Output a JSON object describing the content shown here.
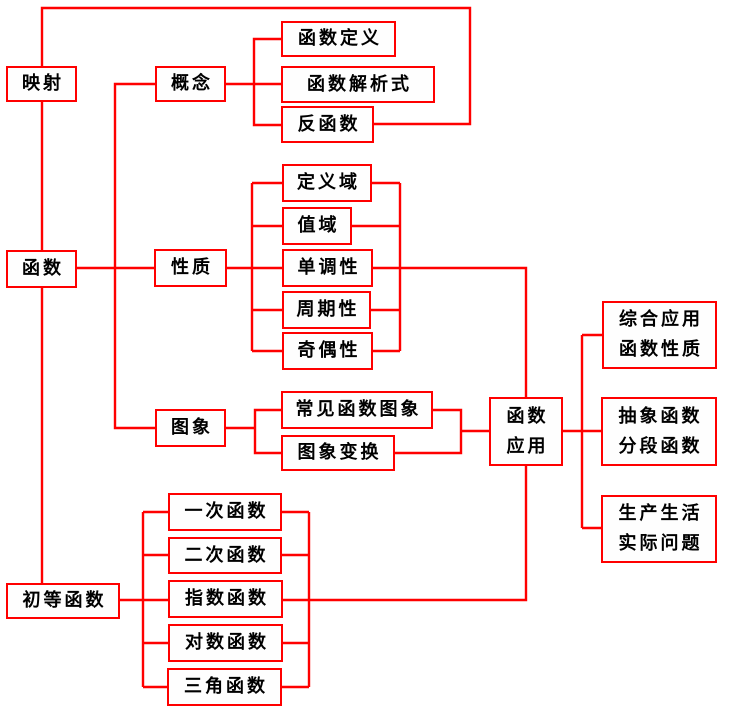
{
  "diagram": {
    "description": "Concept map of mathematical functions (mind map, red boxes connected by red lines)",
    "colors": {
      "line": "#ff0000",
      "box_border": "#ff0000",
      "box_fill": "#ffffff",
      "text": "#000000",
      "background": "#ffffff"
    },
    "nodes": {
      "yingshe": {
        "label": "映射"
      },
      "hanshu": {
        "label": "函数"
      },
      "chudeng": {
        "label": "初等函数"
      },
      "gainian": {
        "label": "概念"
      },
      "dingyi": {
        "label": "函数定义"
      },
      "jiexishi": {
        "label": "函数解析式"
      },
      "fanhanshu": {
        "label": "反函数"
      },
      "xingzhi": {
        "label": "性质"
      },
      "dingyiyu": {
        "label": "定义域"
      },
      "zhiyu": {
        "label": "值域"
      },
      "dandiao": {
        "label": "单调性"
      },
      "zhouqi": {
        "label": "周期性"
      },
      "qiou": {
        "label": "奇偶性"
      },
      "tuxiang": {
        "label": "图象"
      },
      "changjian": {
        "label": "常见函数图象"
      },
      "bianhuan": {
        "label": "图象变换"
      },
      "yingyong": {
        "label": "函数\n应用"
      },
      "zonghe": {
        "label": "综合应用\n函数性质"
      },
      "chouxiang": {
        "label": "抽象函数\n分段函数"
      },
      "shengchan": {
        "label": "生产生活\n实际问题"
      },
      "yici": {
        "label": "一次函数"
      },
      "erci": {
        "label": "二次函数"
      },
      "zhishu": {
        "label": "指数函数"
      },
      "duishu": {
        "label": "对数函数"
      },
      "sanjiao": {
        "label": "三角函数"
      }
    },
    "edges": [
      {
        "from": "yingshe",
        "to": "hanshu"
      },
      {
        "from": "hanshu",
        "to": "chudeng"
      },
      {
        "from": "yingshe",
        "to": "fanhanshu"
      },
      {
        "from": "hanshu",
        "to": "gainian"
      },
      {
        "from": "hanshu",
        "to": "xingzhi"
      },
      {
        "from": "hanshu",
        "to": "tuxiang"
      },
      {
        "from": "gainian",
        "to": "dingyi"
      },
      {
        "from": "gainian",
        "to": "jiexishi"
      },
      {
        "from": "gainian",
        "to": "fanhanshu"
      },
      {
        "from": "xingzhi",
        "to": "dingyiyu"
      },
      {
        "from": "xingzhi",
        "to": "zhiyu"
      },
      {
        "from": "xingzhi",
        "to": "dandiao"
      },
      {
        "from": "xingzhi",
        "to": "zhouqi"
      },
      {
        "from": "xingzhi",
        "to": "qiou"
      },
      {
        "from": "dandiao",
        "to": "yingyong"
      },
      {
        "from": "tuxiang",
        "to": "changjian"
      },
      {
        "from": "tuxiang",
        "to": "bianhuan"
      },
      {
        "from": "changjian",
        "to": "yingyong"
      },
      {
        "from": "bianhuan",
        "to": "yingyong"
      },
      {
        "from": "yingyong",
        "to": "zonghe"
      },
      {
        "from": "yingyong",
        "to": "chouxiang"
      },
      {
        "from": "yingyong",
        "to": "shengchan"
      },
      {
        "from": "chudeng",
        "to": "yici"
      },
      {
        "from": "chudeng",
        "to": "erci"
      },
      {
        "from": "chudeng",
        "to": "zhishu"
      },
      {
        "from": "chudeng",
        "to": "duishu"
      },
      {
        "from": "chudeng",
        "to": "sanjiao"
      },
      {
        "from": "chudeng",
        "to": "yingyong"
      }
    ]
  }
}
